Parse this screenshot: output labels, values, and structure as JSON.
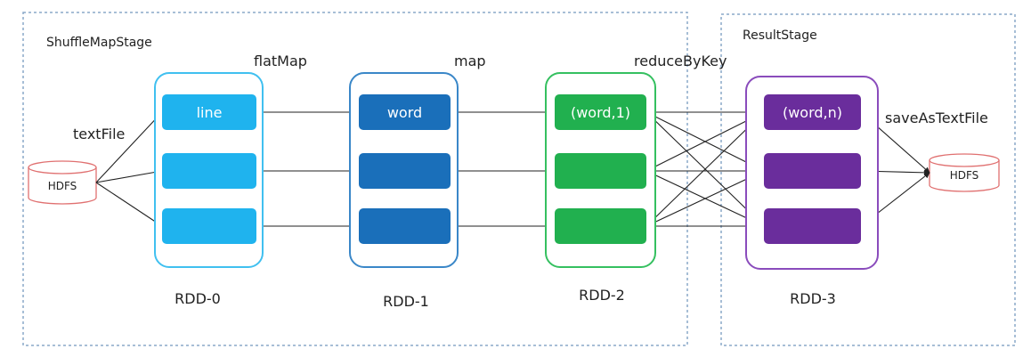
{
  "stages": {
    "shuffle": {
      "label": "ShuffleMapStage"
    },
    "result": {
      "label": "ResultStage"
    }
  },
  "sources": {
    "input": "HDFS",
    "output": "HDFS"
  },
  "operations": {
    "text_file": "textFile",
    "flat_map": "flatMap",
    "map": "map",
    "reduce_by_key": "reduceByKey",
    "save_as_text_file": "saveAsTextFile"
  },
  "rdds": [
    {
      "name": "RDD-0",
      "color": "#1fb3ee",
      "border": "#40c0f0",
      "partitions": [
        "line",
        "",
        ""
      ]
    },
    {
      "name": "RDD-1",
      "color": "#1a6fba",
      "border": "#3a87c8",
      "partitions": [
        "word",
        "",
        ""
      ]
    },
    {
      "name": "RDD-2",
      "color": "#21b04f",
      "border": "#35c060",
      "partitions": [
        "(word,1)",
        "",
        ""
      ]
    },
    {
      "name": "RDD-3",
      "color": "#6a2d9c",
      "border": "#8a4cbc",
      "partitions": [
        "(word,n)",
        "",
        ""
      ]
    }
  ],
  "colors": {
    "stage_border": "#8aa9c8",
    "hdfs": "#e07070",
    "arrow": "#222222"
  }
}
